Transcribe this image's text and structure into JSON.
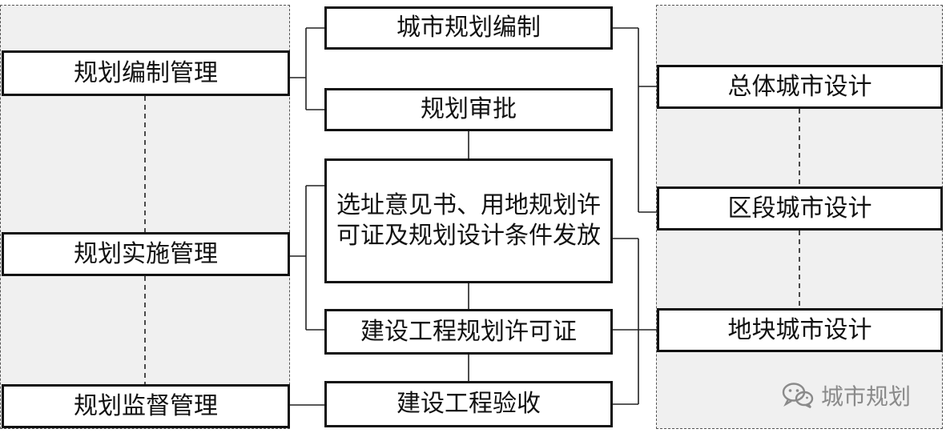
{
  "left_column": {
    "planning_compilation_mgmt": "规划编制管理",
    "planning_implementation_mgmt": "规划实施管理",
    "planning_supervision_mgmt": "规划监督管理"
  },
  "center_column": {
    "urban_planning_compilation": "城市规划编制",
    "planning_approval": "规划审批",
    "site_permits": "选址意见书、用地规划许可证及规划设计条件发放",
    "construction_permit": "建设工程规划许可证",
    "construction_acceptance": "建设工程验收"
  },
  "right_column": {
    "overall_urban_design": "总体城市设计",
    "district_urban_design": "区段城市设计",
    "block_urban_design": "地块城市设计"
  },
  "watermark": {
    "text": "城市规划",
    "icon": "wechat-icon"
  }
}
